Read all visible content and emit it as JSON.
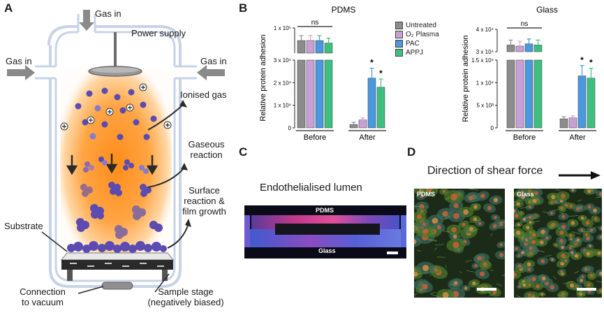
{
  "panels": {
    "a": "A",
    "b": "B",
    "c": "C",
    "d": "D"
  },
  "diagram": {
    "gas_in_top": "Gas in",
    "gas_in_left": "Gas in",
    "gas_in_right": "Gas in",
    "power_supply": "Power supply",
    "ionised_gas": "Ionised gas",
    "gaseous_reaction": [
      "Gaseous",
      "reaction"
    ],
    "surface_reaction": [
      "Surface",
      "reaction &",
      "film growth"
    ],
    "substrate": "Substrate",
    "connection": [
      "Connection",
      "to vacuum"
    ],
    "sample_stage": [
      "Sample stage",
      "(negatively biased)"
    ]
  },
  "legend": {
    "items": [
      {
        "name": "Untreated",
        "color": "#8c8c8c"
      },
      {
        "name": "O₂ Plasma",
        "color": "#c9a0d6"
      },
      {
        "name": "PAC",
        "color": "#4a98dd"
      },
      {
        "name": "APPJ",
        "color": "#3fbf7f"
      }
    ]
  },
  "chart_data": [
    {
      "type": "bar",
      "title": "PDMS",
      "ylabel": "Relative protein adhesion",
      "categories": [
        "Before",
        "After"
      ],
      "upper_ticks": [
        "1 x 10⁵"
      ],
      "lower_ticks": [
        "0",
        "1 x 10⁴",
        "2 x 10⁴",
        "3 x 10⁴"
      ],
      "ns_label": "ns",
      "significance": [
        "*",
        "*"
      ],
      "series": [
        {
          "name": "Untreated",
          "values": [
            95000,
            1500
          ]
        },
        {
          "name": "O₂ Plasma",
          "values": [
            95000,
            3500
          ]
        },
        {
          "name": "PAC",
          "values": [
            95000,
            22000
          ]
        },
        {
          "name": "APPJ",
          "values": [
            94000,
            18000
          ]
        }
      ]
    },
    {
      "type": "bar",
      "title": "Glass",
      "ylabel": "Relative protein adhesion",
      "categories": [
        "Before",
        "After"
      ],
      "upper_ticks": [
        "3 x 10⁴",
        "4 x 10⁴"
      ],
      "lower_ticks": [
        "0",
        "5 x 10³",
        "1 x 10⁴",
        "1.5 x 10⁴"
      ],
      "ns_label": "ns",
      "significance": [
        "*",
        "*"
      ],
      "series": [
        {
          "name": "Untreated",
          "values": [
            33000,
            2000
          ]
        },
        {
          "name": "O₂ Plasma",
          "values": [
            32500,
            2200
          ]
        },
        {
          "name": "PAC",
          "values": [
            33500,
            11500
          ]
        },
        {
          "name": "APPJ",
          "values": [
            33000,
            11000
          ]
        }
      ]
    }
  ],
  "lumen": {
    "title": "Endothelialised lumen",
    "top_label": "PDMS",
    "bottom_label": "Glass"
  },
  "shear": {
    "title": "Direction of shear force",
    "left_label": "PDMS",
    "right_label": "Glass"
  }
}
